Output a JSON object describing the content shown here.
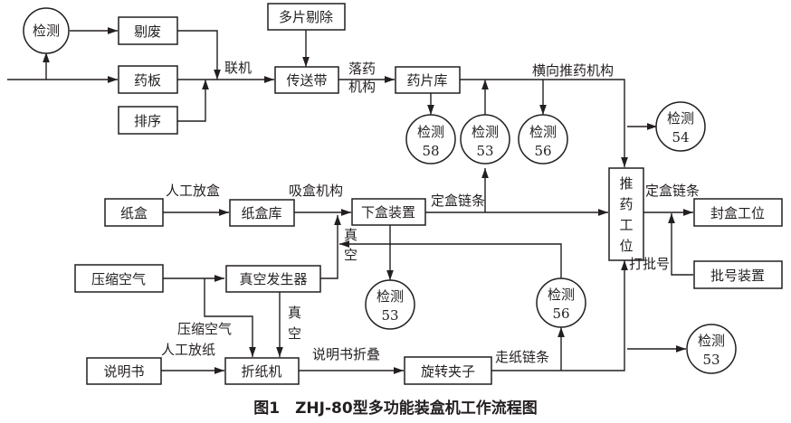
{
  "boxes": {
    "reject": "剔废",
    "blister": "药板",
    "sort": "排序",
    "multi_reject": "多片剔除",
    "conveyor": "传送带",
    "tablet_store": "药片库",
    "carton": "纸盒",
    "carton_store": "纸盒库",
    "box_lowering": "下盒装置",
    "compressed_air": "压缩空气",
    "vacuum_gen": "真空发生器",
    "leaflet": "说明书",
    "folder": "折纸机",
    "rotary_clamp": "旋转夹子",
    "push_station": [
      "推",
      "药",
      "工",
      "位"
    ],
    "seal_station": "封盒工位",
    "batch_device": "批号装置"
  },
  "circles": {
    "detect_top": [
      "检测",
      ""
    ],
    "d58": [
      "检测",
      "58"
    ],
    "d53a": [
      "检测",
      "53"
    ],
    "d56a": [
      "检测",
      "56"
    ],
    "d54": [
      "检测",
      "54"
    ],
    "d53b": [
      "检测",
      "53"
    ],
    "d56b": [
      "检测",
      "56"
    ],
    "d53c": [
      "检测",
      "53"
    ]
  },
  "labels": {
    "link": "联机",
    "drop1": "落药",
    "drop2": "机构",
    "lateral_push": "横向推药机构",
    "manual_box": "人工放盒",
    "suction": "吸盒机构",
    "fixed_chain1": "定盒链条",
    "fixed_chain2": "定盒链条",
    "vac1a": "真",
    "vac1b": "空",
    "vac2a": "真",
    "vac2b": "空",
    "comp_air": "压缩空气",
    "manual_paper": "人工放纸",
    "leaflet_fold": "说明书折叠",
    "paper_chain": "走纸链条",
    "batch_print": "打批号"
  },
  "caption": "图1　ZHJ-80型多功能装盒机工作流程图"
}
